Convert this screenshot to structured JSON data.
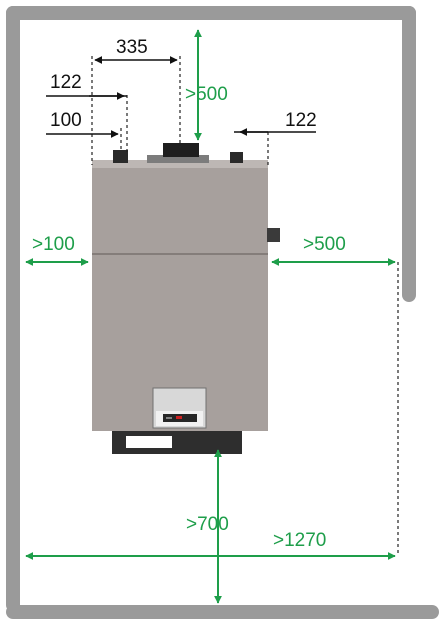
{
  "colors": {
    "wall": "#9a9a9a",
    "boiler_body": "#a7a09d",
    "boiler_seam": "#847d7a",
    "dark_part": "#2e2e2e",
    "clearance_arrow": "#1e9e4a",
    "dimension_arrow": "#111111",
    "extension_line": "#222222"
  },
  "icons": {
    "burner": "burner-unit-icon",
    "control_panel": "control-panel-icon",
    "flue": "flue-collar-icon"
  },
  "dimensions": {
    "width_335": "335",
    "top_clearance": ">500",
    "left_offset_122": "122",
    "left_offset_100": "100",
    "right_offset_122": "122",
    "left_clearance": ">100",
    "right_clearance": ">500",
    "front_clearance": ">700",
    "total_width": ">1270"
  }
}
